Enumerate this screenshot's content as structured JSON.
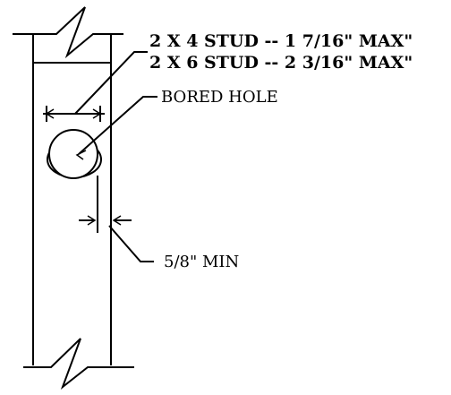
{
  "diagram": {
    "labels": {
      "stud_2x4": "2 X 4 STUD -- 1 7/16\" MAX\"",
      "stud_2x6": "2 X 6 STUD -- 2 3/16\" MAX\"",
      "bored_hole": "BORED HOLE",
      "min_edge": "5/8\" MIN"
    },
    "colors": {
      "line": "#000000",
      "background": "#ffffff"
    }
  }
}
